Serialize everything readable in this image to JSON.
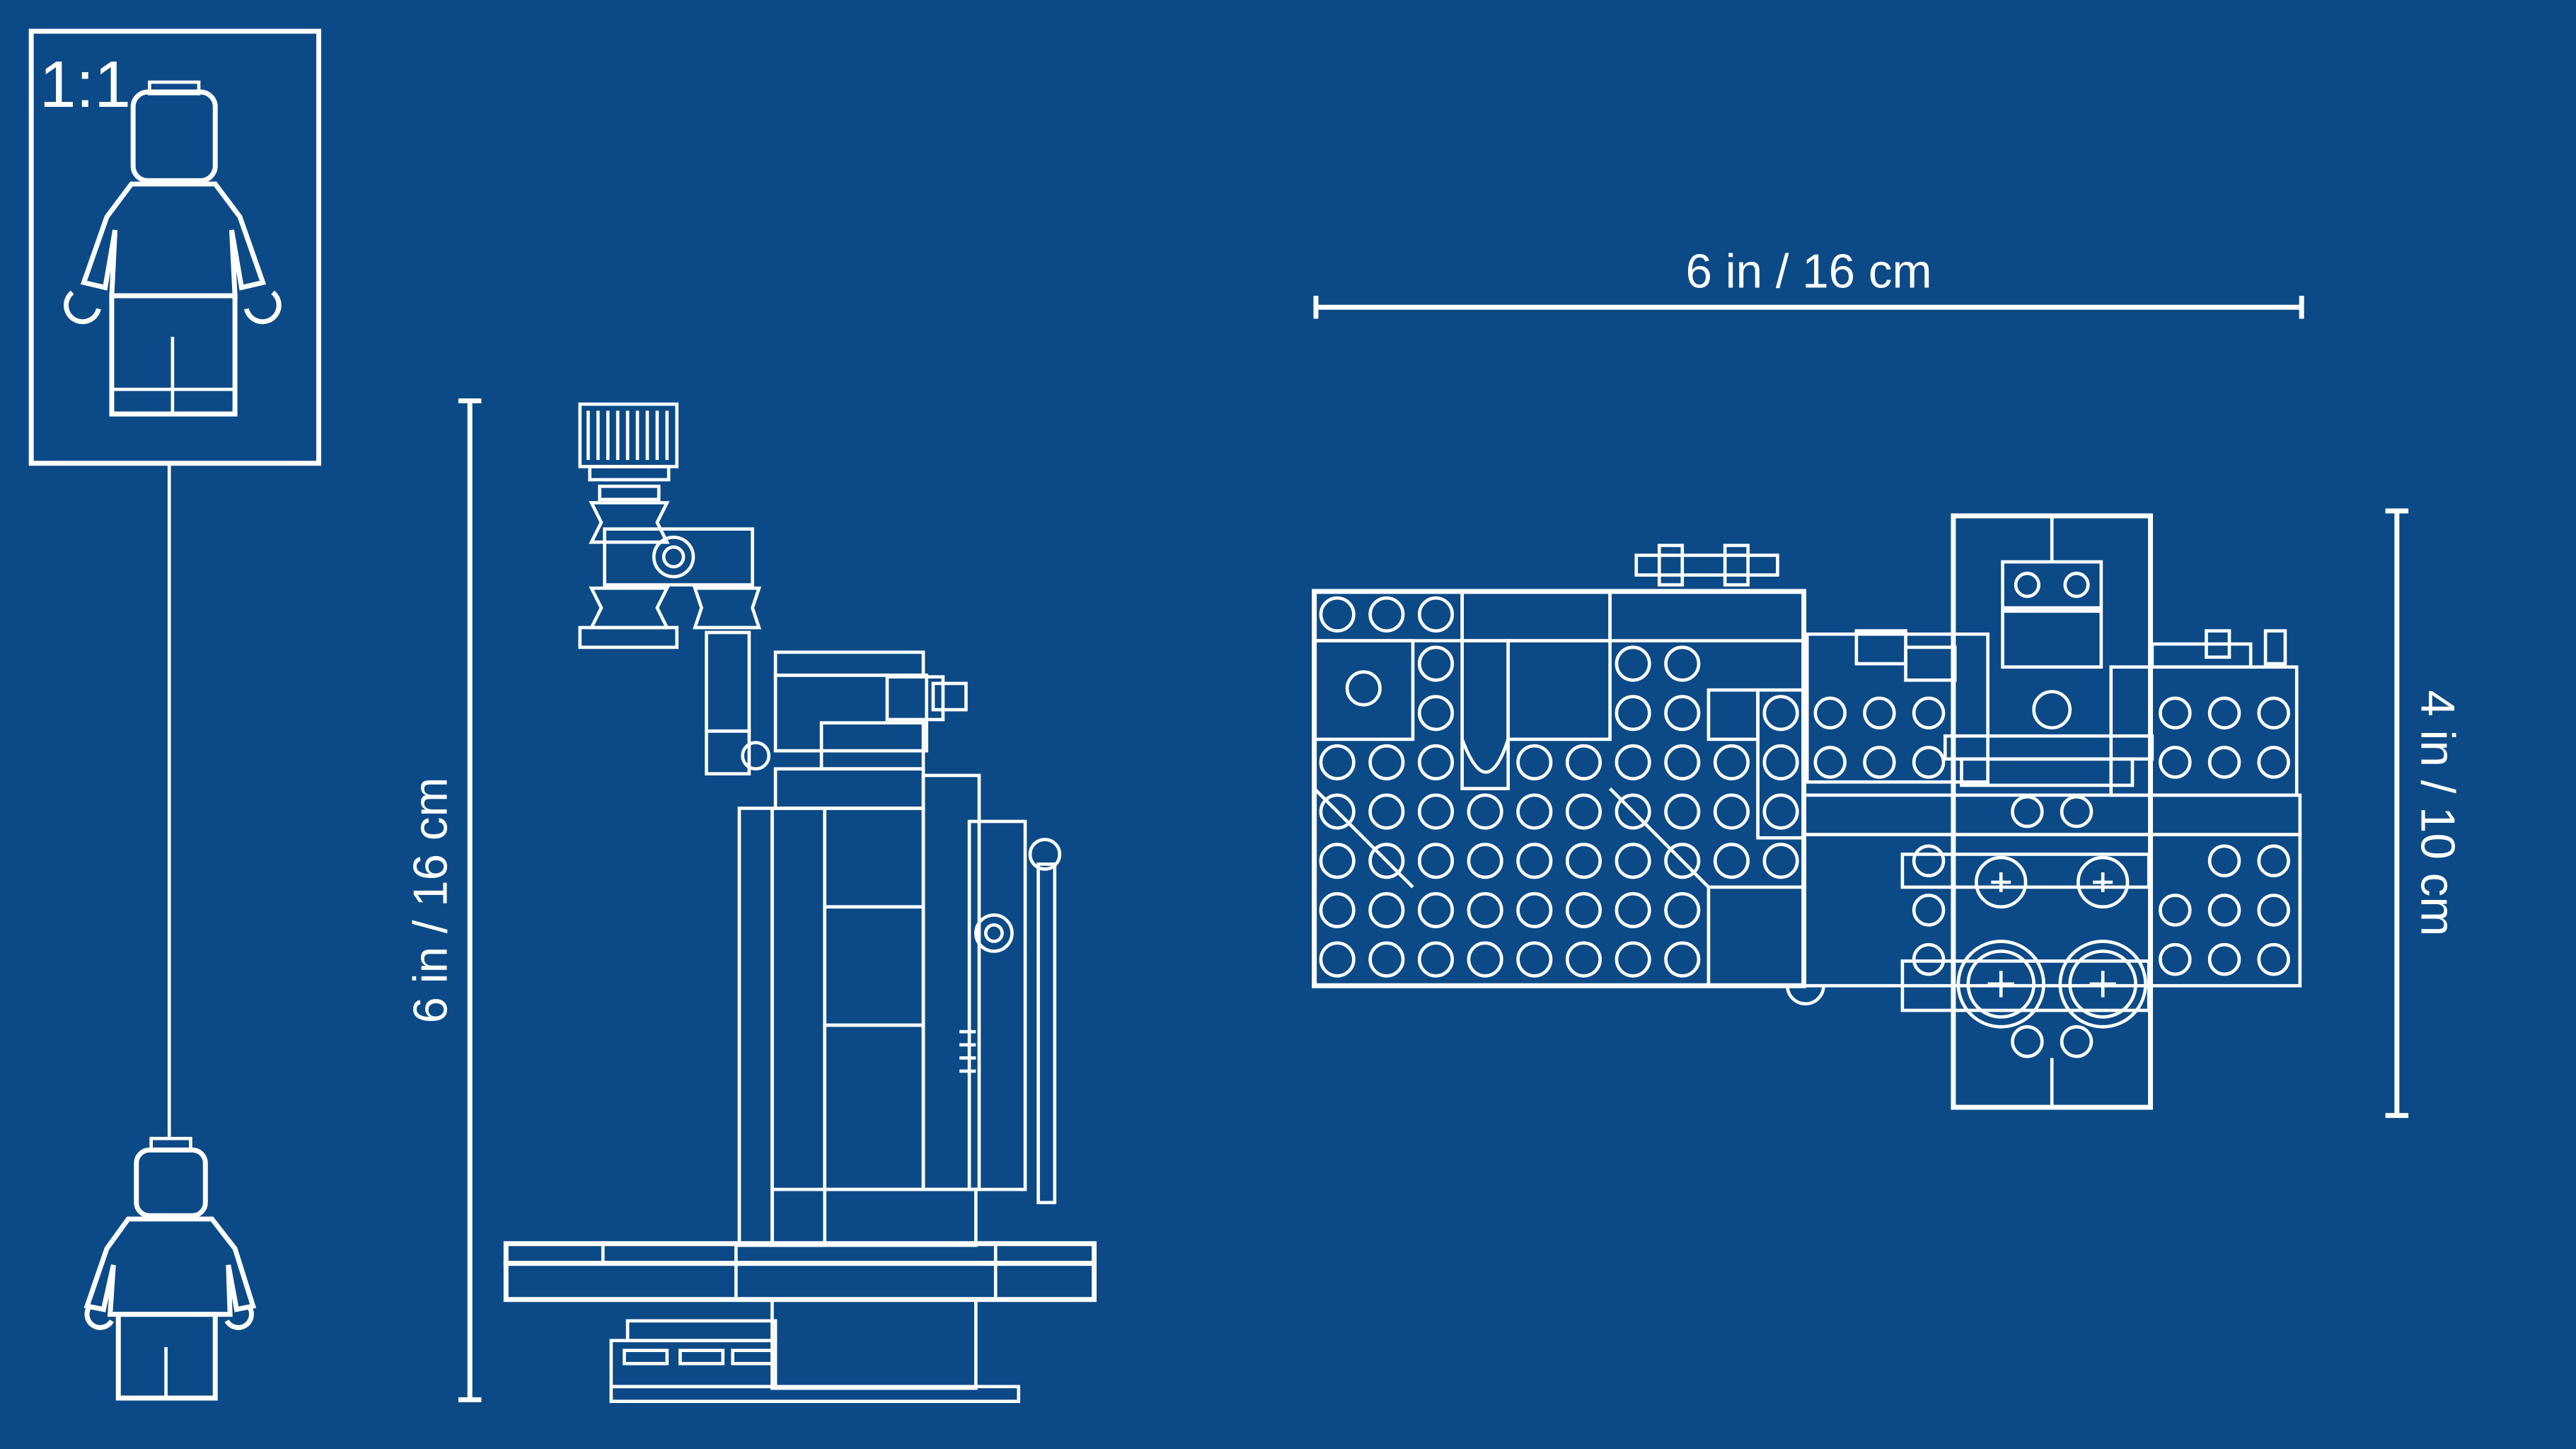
{
  "scale_box": {
    "label": "1:1"
  },
  "side_view": {
    "height_label": "6 in / 16 cm"
  },
  "top_view": {
    "width_label": "6 in / 16 cm",
    "height_label": "4 in / 10 cm"
  },
  "colors": {
    "background": "#0b4a86",
    "line": "#ffffff"
  }
}
